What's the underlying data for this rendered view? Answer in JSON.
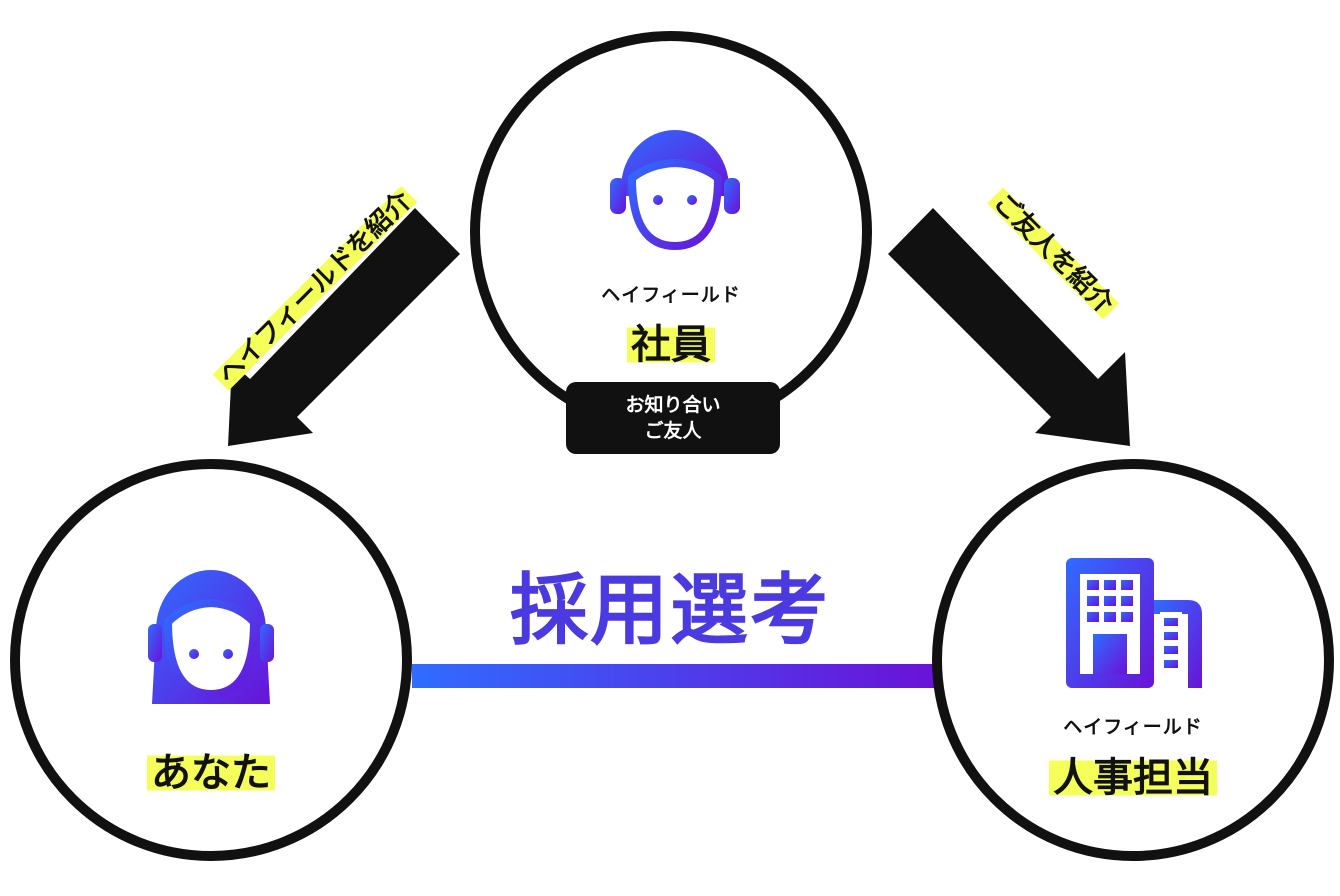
{
  "employee": {
    "sub": "ヘイフィールド",
    "role": "社員"
  },
  "badge": {
    "line1": "お知り合い",
    "line2": "ご友人"
  },
  "you": {
    "label": "あなた"
  },
  "hr": {
    "sub": "ヘイフィールド",
    "role": "人事担当"
  },
  "arrows": {
    "left_label": "ヘイフィールドを紹介",
    "right_label": "ご友人を紹介"
  },
  "center": {
    "label": "採用選考"
  },
  "colors": {
    "gradient_start": "#2f6cff",
    "gradient_end": "#6a12d8",
    "highlight": "#f4ff5a",
    "ink": "#111111"
  }
}
